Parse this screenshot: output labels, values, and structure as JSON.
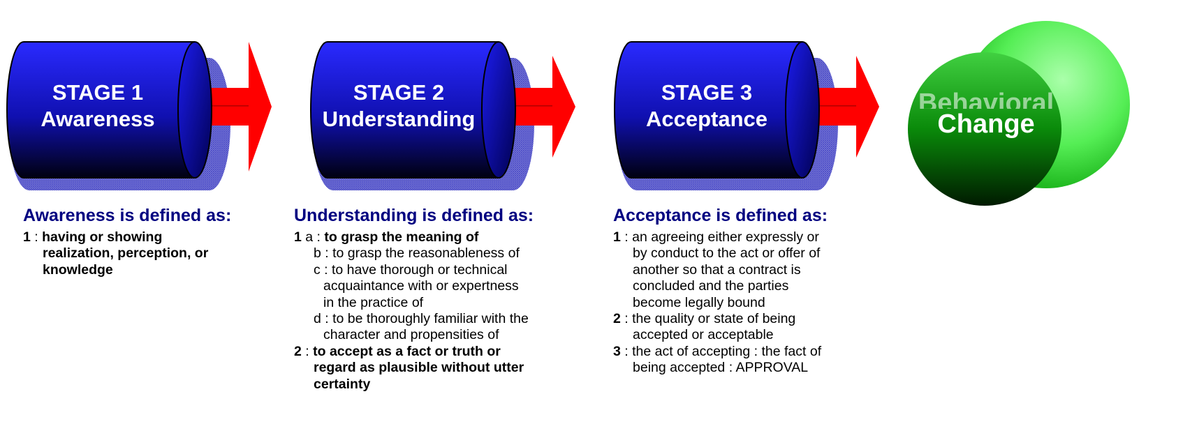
{
  "stages": [
    {
      "line1": "STAGE 1",
      "line2": "Awareness"
    },
    {
      "line1": "STAGE 2",
      "line2": "Understanding"
    },
    {
      "line1": "STAGE 3",
      "line2": "Acceptance"
    }
  ],
  "goal": {
    "line1": "Behavioral",
    "line2": "Change"
  },
  "definitions": [
    {
      "heading": "Awareness is defined as:",
      "lines": [
        {
          "num": "1",
          "text": "having or showing",
          "bold": true
        },
        {
          "num": "",
          "text": "realization, perception, or",
          "bold": true
        },
        {
          "num": "",
          "text": "knowledge",
          "bold": true
        }
      ]
    },
    {
      "heading": "Understanding is defined as:",
      "lines": [
        {
          "num": "1",
          "text": "a : to grasp the meaning of",
          "bold": false
        },
        {
          "num": "",
          "text": "b : to grasp the reasonableness of",
          "bold": false
        },
        {
          "num": "",
          "text": "c : to have thorough or technical",
          "bold": false
        },
        {
          "num": "",
          "text": "acquaintance with or expertness",
          "bold": false
        },
        {
          "num": "",
          "text": "in the practice of",
          "bold": false
        },
        {
          "num": "",
          "text": "d : to be thoroughly familiar with the",
          "bold": false
        },
        {
          "num": "",
          "text": "character and propensities of",
          "bold": false
        },
        {
          "num": "2",
          "text": "to accept as a fact or truth or",
          "bold": true
        },
        {
          "num": "",
          "text": "regard  as plausible without utter",
          "bold": true
        },
        {
          "num": "",
          "text": "certainty",
          "bold": true
        }
      ]
    },
    {
      "heading": "Acceptance is defined as:",
      "lines": [
        {
          "num": "1",
          "text": "an agreeing either expressly or",
          "bold": false
        },
        {
          "num": "",
          "text": "by conduct to the act or offer of",
          "bold": false
        },
        {
          "num": "",
          "text": "another so that a contract is",
          "bold": false
        },
        {
          "num": "",
          "text": "concluded and the parties",
          "bold": false
        },
        {
          "num": "",
          "text": "become legally bound",
          "bold": false
        },
        {
          "num": "2",
          "text": "the quality or state of being",
          "bold": false
        },
        {
          "num": "",
          "text": "accepted or acceptable",
          "bold": false
        },
        {
          "num": "3",
          "text": "the act of accepting : the fact of",
          "bold": false
        },
        {
          "num": "",
          "text": "being accepted : APPROVAL",
          "bold": false
        }
      ]
    }
  ],
  "colors": {
    "cylinder_top": "#2a2aff",
    "cylinder_bottom": "#000010",
    "arrow": "#ff0000",
    "goal_light": "#55ee55",
    "goal_dark": "#003300",
    "heading": "#000080"
  }
}
